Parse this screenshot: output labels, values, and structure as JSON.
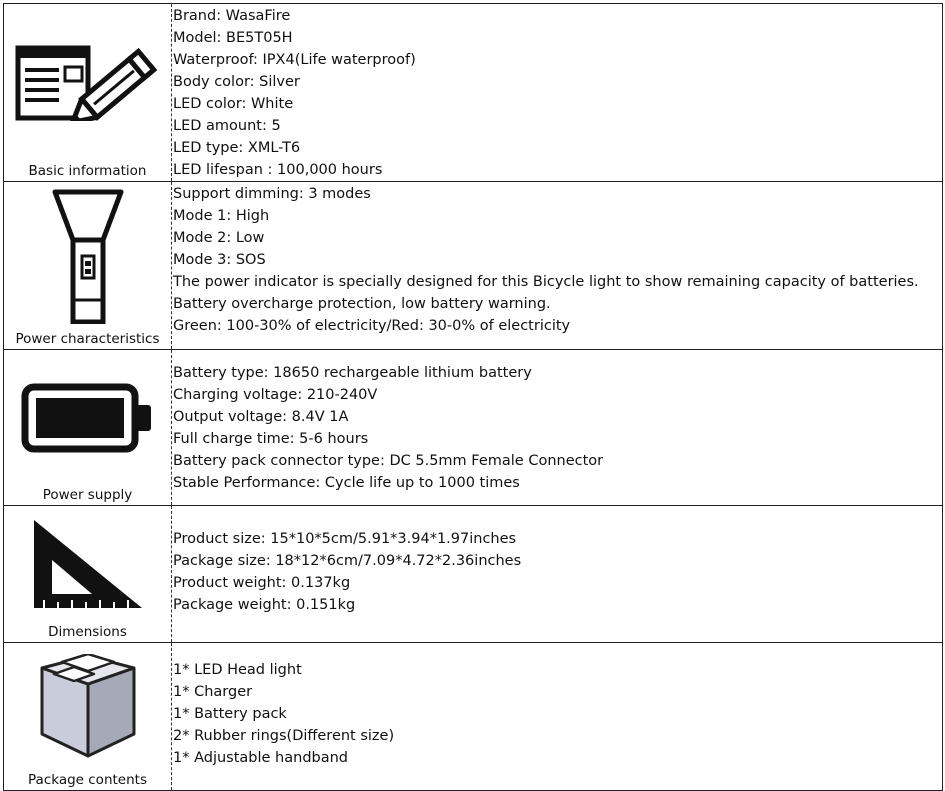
{
  "sections": [
    {
      "category": "Basic information",
      "icon": "document-pencil-icon",
      "lines": [
        "Brand: WasaFire",
        "Model: BE5T05H",
        "Waterproof: IPX4(Life waterproof)",
        "Body color: Silver",
        "LED color: White",
        "LED amount: 5",
        "LED type: XML-T6",
        "LED lifespan : 100,000 hours"
      ]
    },
    {
      "category": "Power characteristics",
      "icon": "flashlight-icon",
      "lines": [
        "Support dimming: 3 modes",
        "Mode 1: High",
        "Mode 2: Low",
        "Mode 3: SOS",
        "The power indicator is specially designed for this Bicycle light to show remaining capacity of batteries. Battery overcharge protection, low battery warning.",
        "Green: 100-30% of electricity/Red: 30-0% of electricity"
      ]
    },
    {
      "category": "Power supply",
      "icon": "battery-icon",
      "lines": [
        "Battery type: 18650 rechargeable lithium battery",
        "Charging voltage: 210-240V",
        "Output voltage: 8.4V 1A",
        "Full charge time: 5-6 hours",
        "Battery pack connector type: DC 5.5mm Female Connector",
        "Stable Performance:  Cycle life up to 1000 times"
      ]
    },
    {
      "category": "Dimensions",
      "icon": "set-square-icon",
      "lines": [
        "Product size: 15*10*5cm/5.91*3.94*1.97inches",
        "Package size: 18*12*6cm/7.09*4.72*2.36inches",
        "Product weight: 0.137kg",
        "Package weight: 0.151kg"
      ]
    },
    {
      "category": "Package contents",
      "icon": "package-box-icon",
      "lines": [
        "1* LED Head light",
        "1* Charger",
        "1* Battery pack",
        "2* Rubber rings(Different size)",
        "1* Adjustable handband"
      ]
    }
  ]
}
